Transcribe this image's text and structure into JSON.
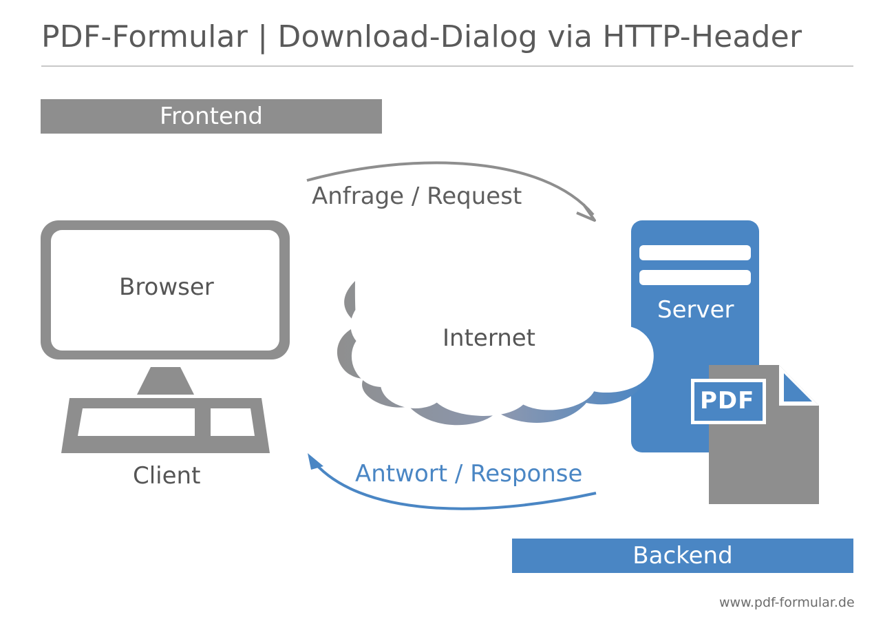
{
  "title": "PDF-Formular | Download-Dialog via HTTP-Header",
  "frontend_label": "Frontend",
  "backend_label": "Backend",
  "request_label": "Anfrage / Request",
  "response_label": "Antwort / Response",
  "client": {
    "screen_label": "Browser",
    "caption": "Client"
  },
  "internet_label": "Internet",
  "server_label": "Server",
  "pdf_label": "PDF",
  "footer_url": "www.pdf-formular.de",
  "colors": {
    "gray": "#8e8e8e",
    "blue": "#4a86c4",
    "title_text": "#5a5a5a"
  },
  "icons": [
    "monitor-icon",
    "keyboard-icon",
    "cloud-icon",
    "server-icon",
    "pdf-document-icon",
    "arrow-curved-icon"
  ]
}
